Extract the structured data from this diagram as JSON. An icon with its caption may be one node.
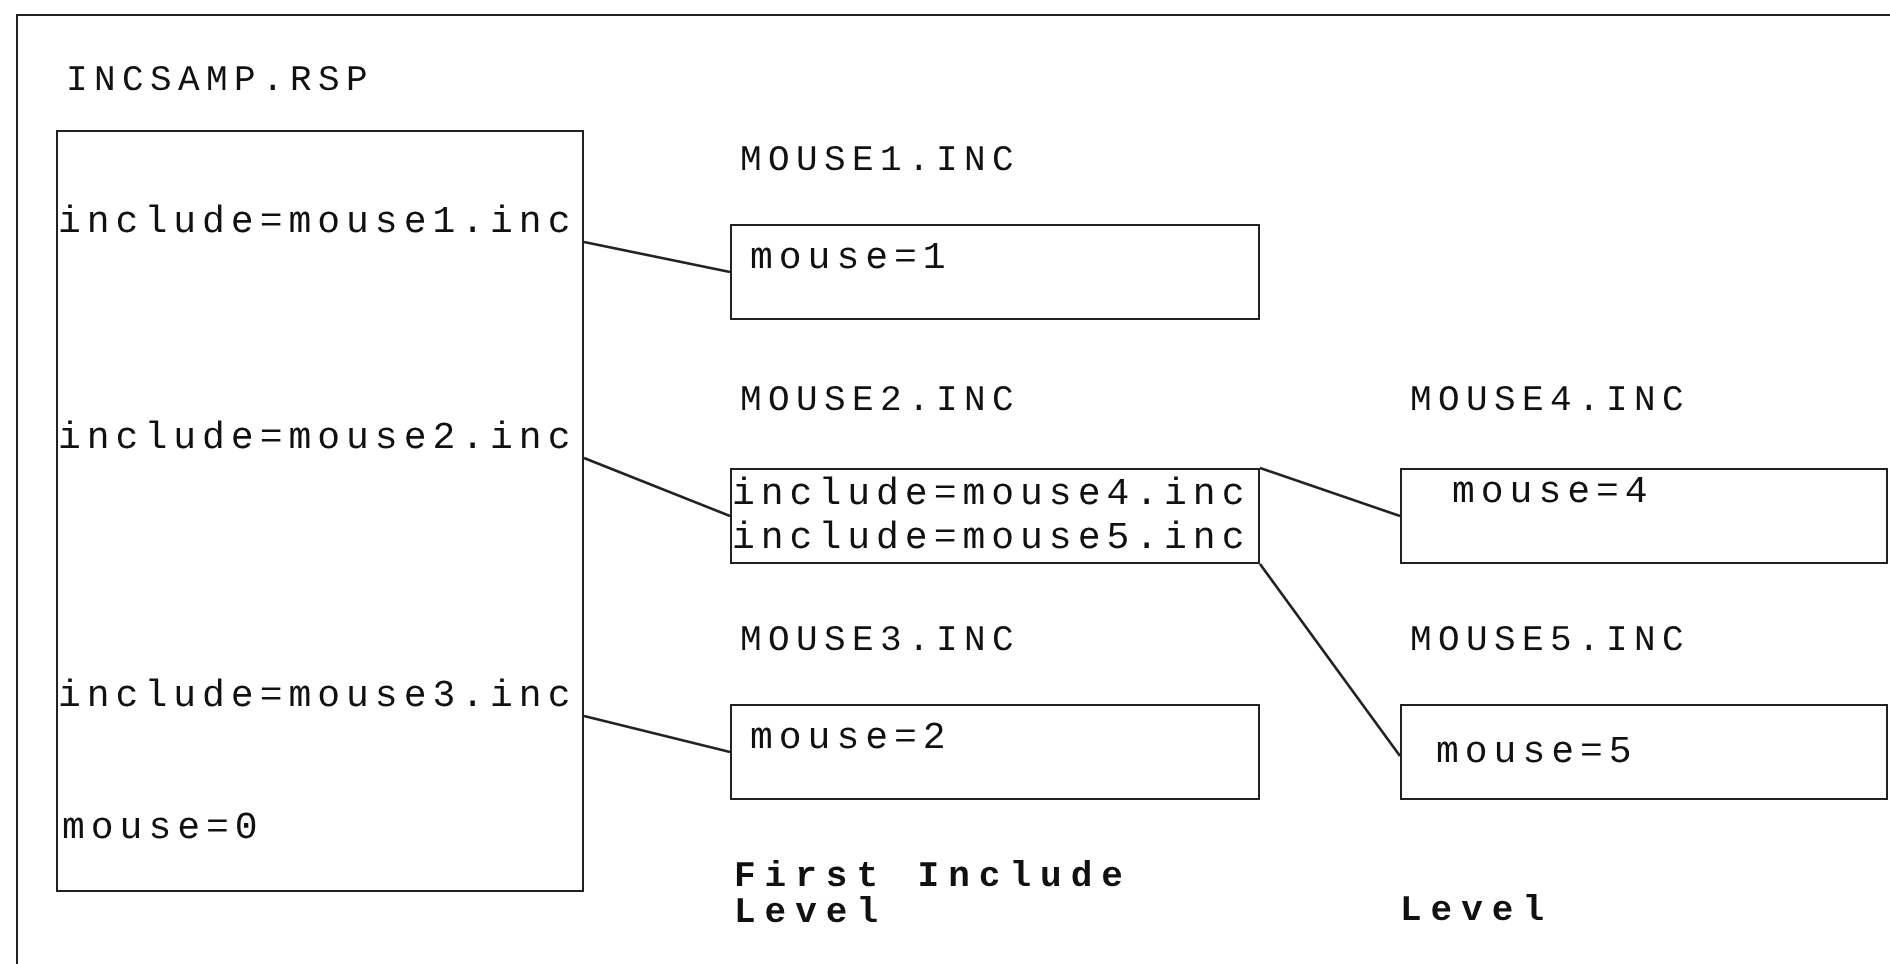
{
  "diagram": {
    "nodes": [
      {
        "text": [
          "INCSAMP.RSP",
          "mouse=0"
        ]
      },
      {
        "text": [
          "include=mouse1.inc"
        ],
        "in": 0
      },
      {
        "text": [
          "include=mouse2.inc"
        ],
        "in": 0
      },
      {
        "text": [
          "include=mouse3.inc"
        ],
        "in": 0
      },
      {
        "text": [
          "MOUSE1.INC",
          "mouse=1"
        ]
      },
      {
        "text": [
          "MOUSE2.INC"
        ]
      },
      {
        "text": [
          "include=mouse4.inc"
        ],
        "in": 5
      },
      {
        "text": [
          "include=mouse5.inc"
        ],
        "in": 5
      },
      {
        "text": [
          "MOUSE3.INC",
          "mouse=2"
        ]
      },
      {
        "text": [
          "MOUSE4.INC",
          "mouse=4"
        ]
      },
      {
        "text": [
          "MOUSE5.INC",
          "mouse=5"
        ]
      }
    ],
    "edges": [
      {
        "from": 1,
        "to": 4,
        "arrow": "none"
      },
      {
        "from": 2,
        "to": 5,
        "arrow": "none"
      },
      {
        "from": 3,
        "to": 8,
        "arrow": "none"
      },
      {
        "from": 6,
        "to": 9,
        "arrow": "none"
      },
      {
        "from": 7,
        "to": 10,
        "arrow": "none"
      }
    ],
    "labels": [
      "First Include Level",
      "Level"
    ]
  }
}
